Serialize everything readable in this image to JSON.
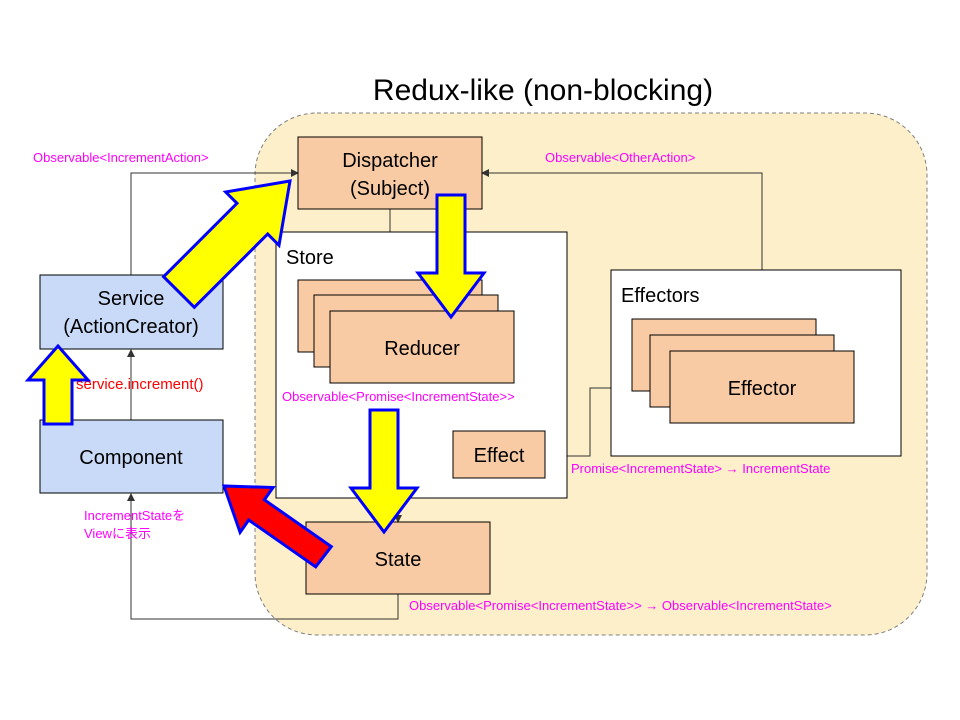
{
  "title": "Redux-like (non-blocking)",
  "boxes": {
    "dispatcher": {
      "line1": "Dispatcher",
      "line2": "(Subject)"
    },
    "store": {
      "label": "Store"
    },
    "reducer": {
      "label": "Reducer"
    },
    "effect": {
      "label": "Effect"
    },
    "state": {
      "label": "State"
    },
    "effectors": {
      "label": "Effectors"
    },
    "effector": {
      "label": "Effector"
    },
    "service": {
      "line1": "Service",
      "line2": "(ActionCreator)"
    },
    "component": {
      "label": "Component"
    }
  },
  "labels": {
    "observable_increment_action": "Observable<IncrementAction>",
    "observable_other_action": "Observable<OtherAction>",
    "service_increment": "service.increment()",
    "observable_promise_increment_state": "Observable<Promise<IncrementState>>",
    "promise_to_increment_state": "Promise<IncrementState> → IncrementState",
    "increment_state_view_line1": "IncrementStateを",
    "increment_state_view_line2": "Viewに表示",
    "observable_promise_to_observable": "Observable<Promise<IncrementState>> → Observable<IncrementState>"
  },
  "colors": {
    "region_fill": "#fdefc9",
    "region_stroke": "#7f7f7f",
    "orange_fill": "#f8cba5",
    "blue_fill": "#c9daf8",
    "yellow_arrow": "#ffff00",
    "red_arrow": "#ff0000",
    "arrow_outline": "#0000ff",
    "magenta_text": "#ff00ff",
    "red_text": "#ff0000"
  }
}
